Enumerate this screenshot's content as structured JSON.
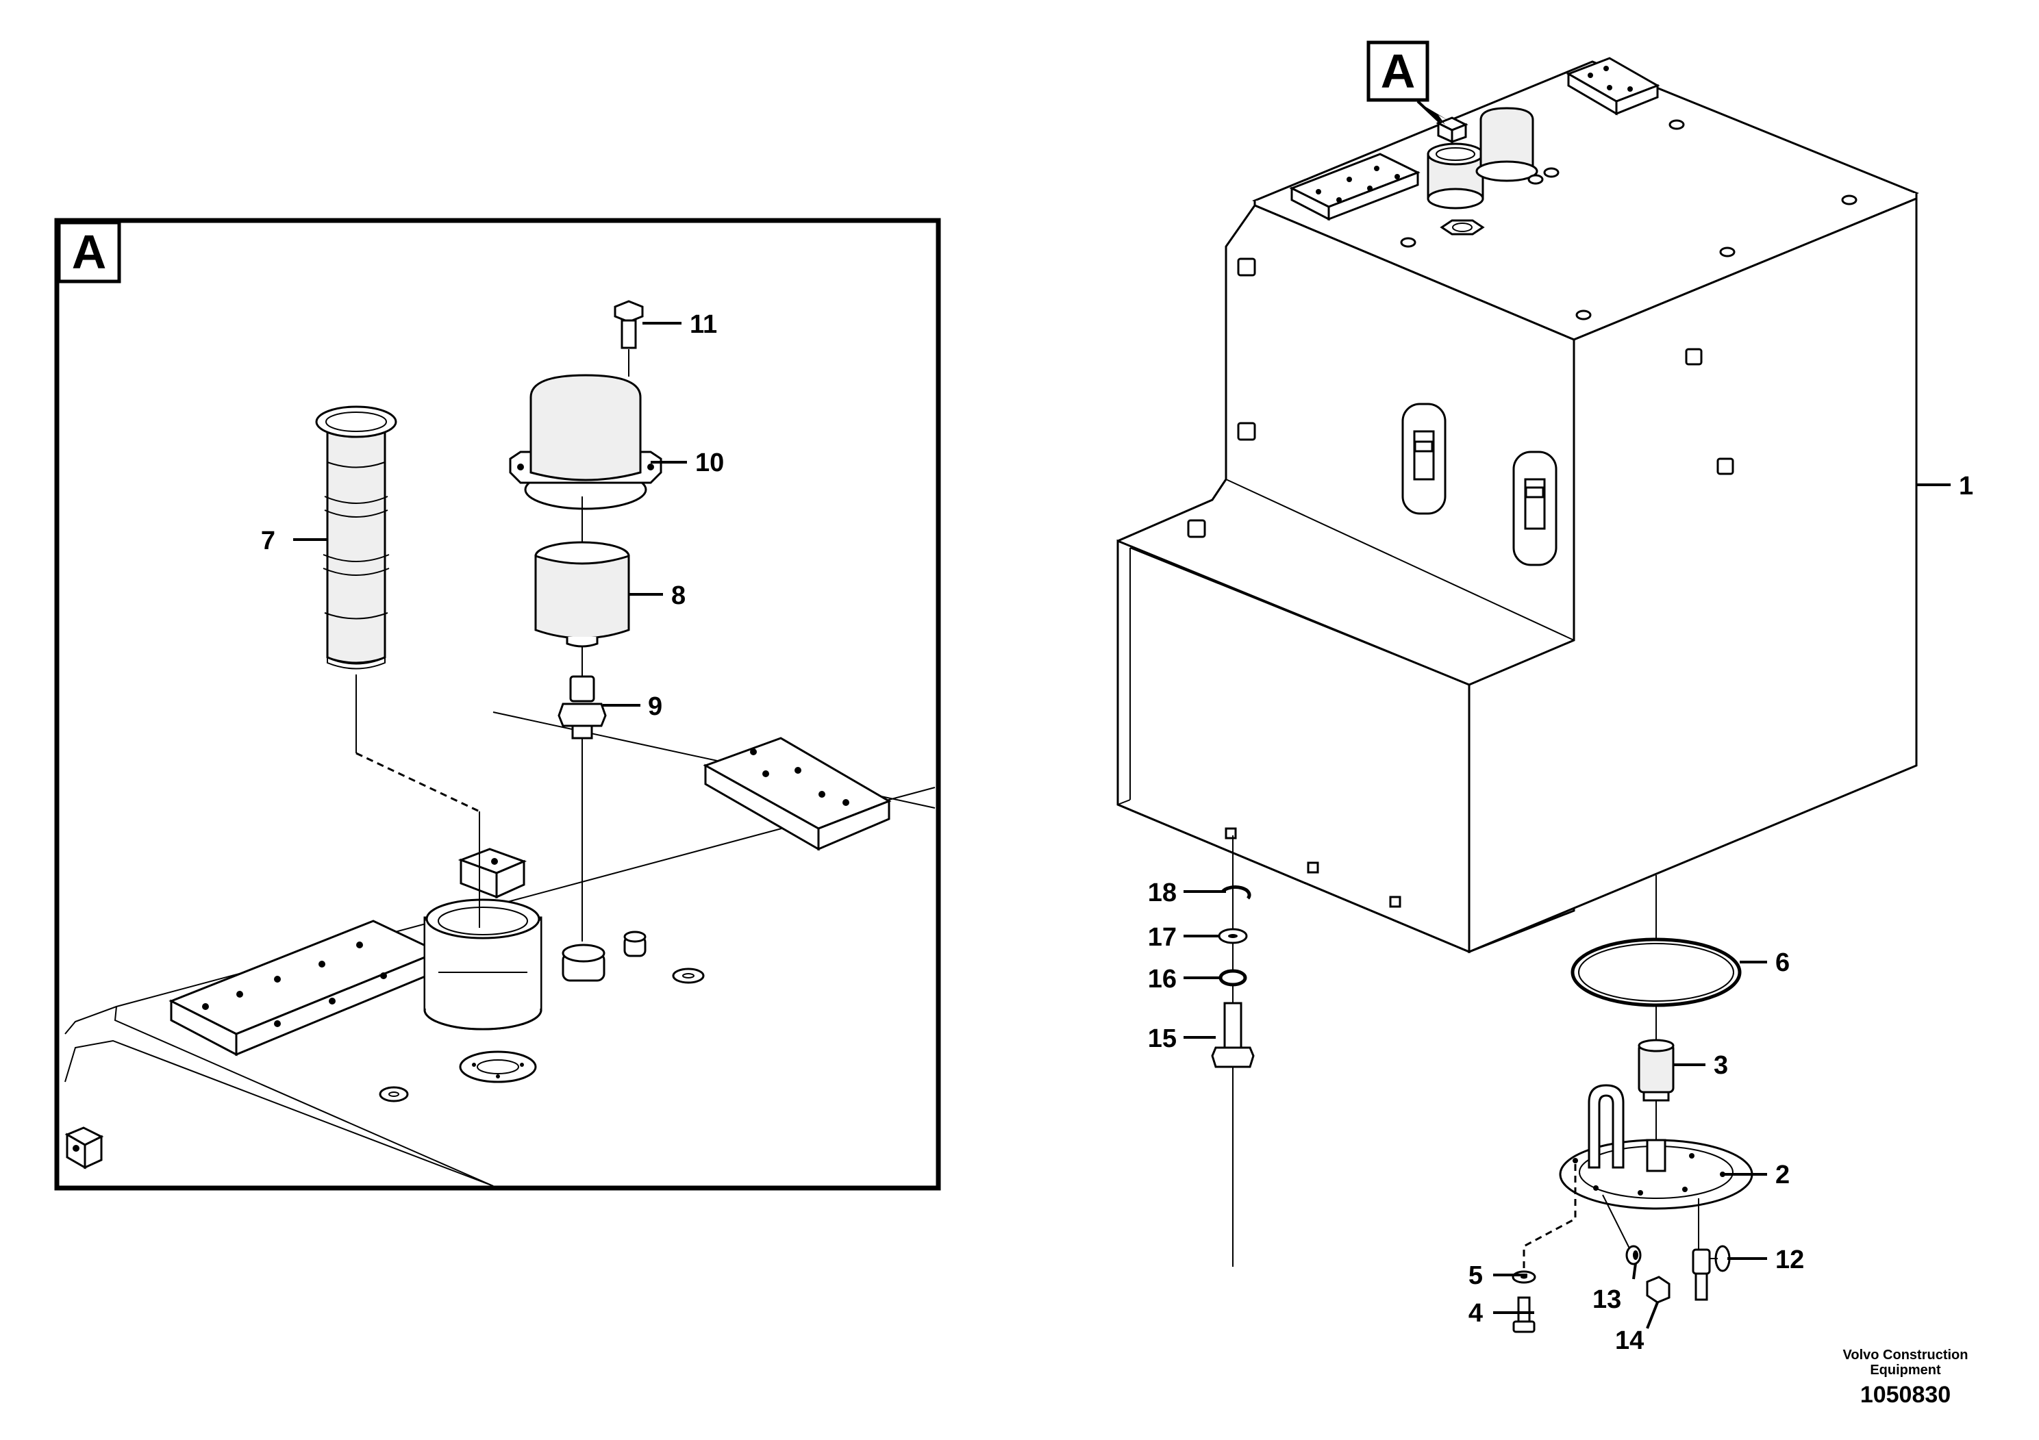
{
  "detail_view": {
    "letter": "A"
  },
  "main_view": {
    "letter": "A"
  },
  "callouts": {
    "p1": "1",
    "p2": "2",
    "p3": "3",
    "p4": "4",
    "p5": "5",
    "p6": "6",
    "p7": "7",
    "p8": "8",
    "p9": "9",
    "p10": "10",
    "p11": "11",
    "p12": "12",
    "p13": "13",
    "p14": "14",
    "p15": "15",
    "p16": "16",
    "p17": "17",
    "p18": "18"
  },
  "credit": {
    "company": "Volvo Construction Equipment",
    "drawing_number": "1050830"
  }
}
